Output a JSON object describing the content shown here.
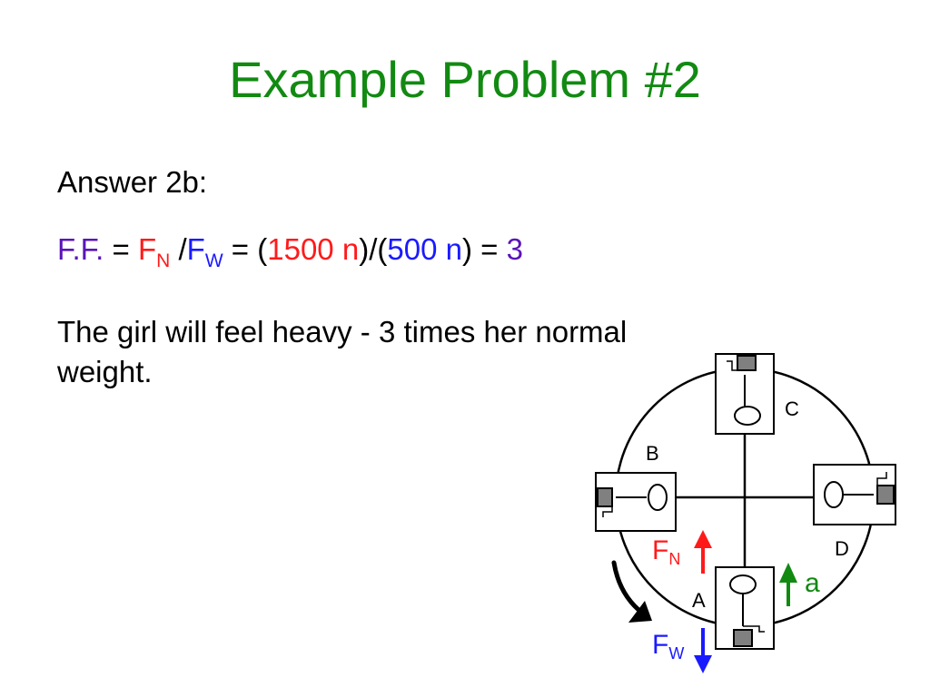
{
  "slide": {
    "title": "Example Problem #2",
    "subhead": "Answer 2b:",
    "body": "The girl will feel heavy - 3 times her normal weight."
  },
  "equation": {
    "lhs": "F.F.",
    "eq1": " = ",
    "fn_base": "F",
    "fn_sub": "N",
    "slash": " /",
    "fw_base": "F",
    "fw_sub": "W",
    "eq2": " = (",
    "num_value": "1500",
    "num_unit": "n",
    "mid": ")/(",
    "den_value": "500",
    "den_unit": "n",
    "eq3": ") = ",
    "result": "3"
  },
  "diagram": {
    "labels": {
      "a_pos": "A",
      "b_pos": "B",
      "c_pos": "C",
      "d_pos": "D",
      "fn_base": "F",
      "fn_sub": "N",
      "fw_base": "F",
      "fw_sub": "W",
      "accel": "a"
    },
    "colors": {
      "normal_force": "#ff1a1a",
      "weight": "#1a1aff",
      "acceleration": "#128a12",
      "seat": "#808080"
    }
  }
}
